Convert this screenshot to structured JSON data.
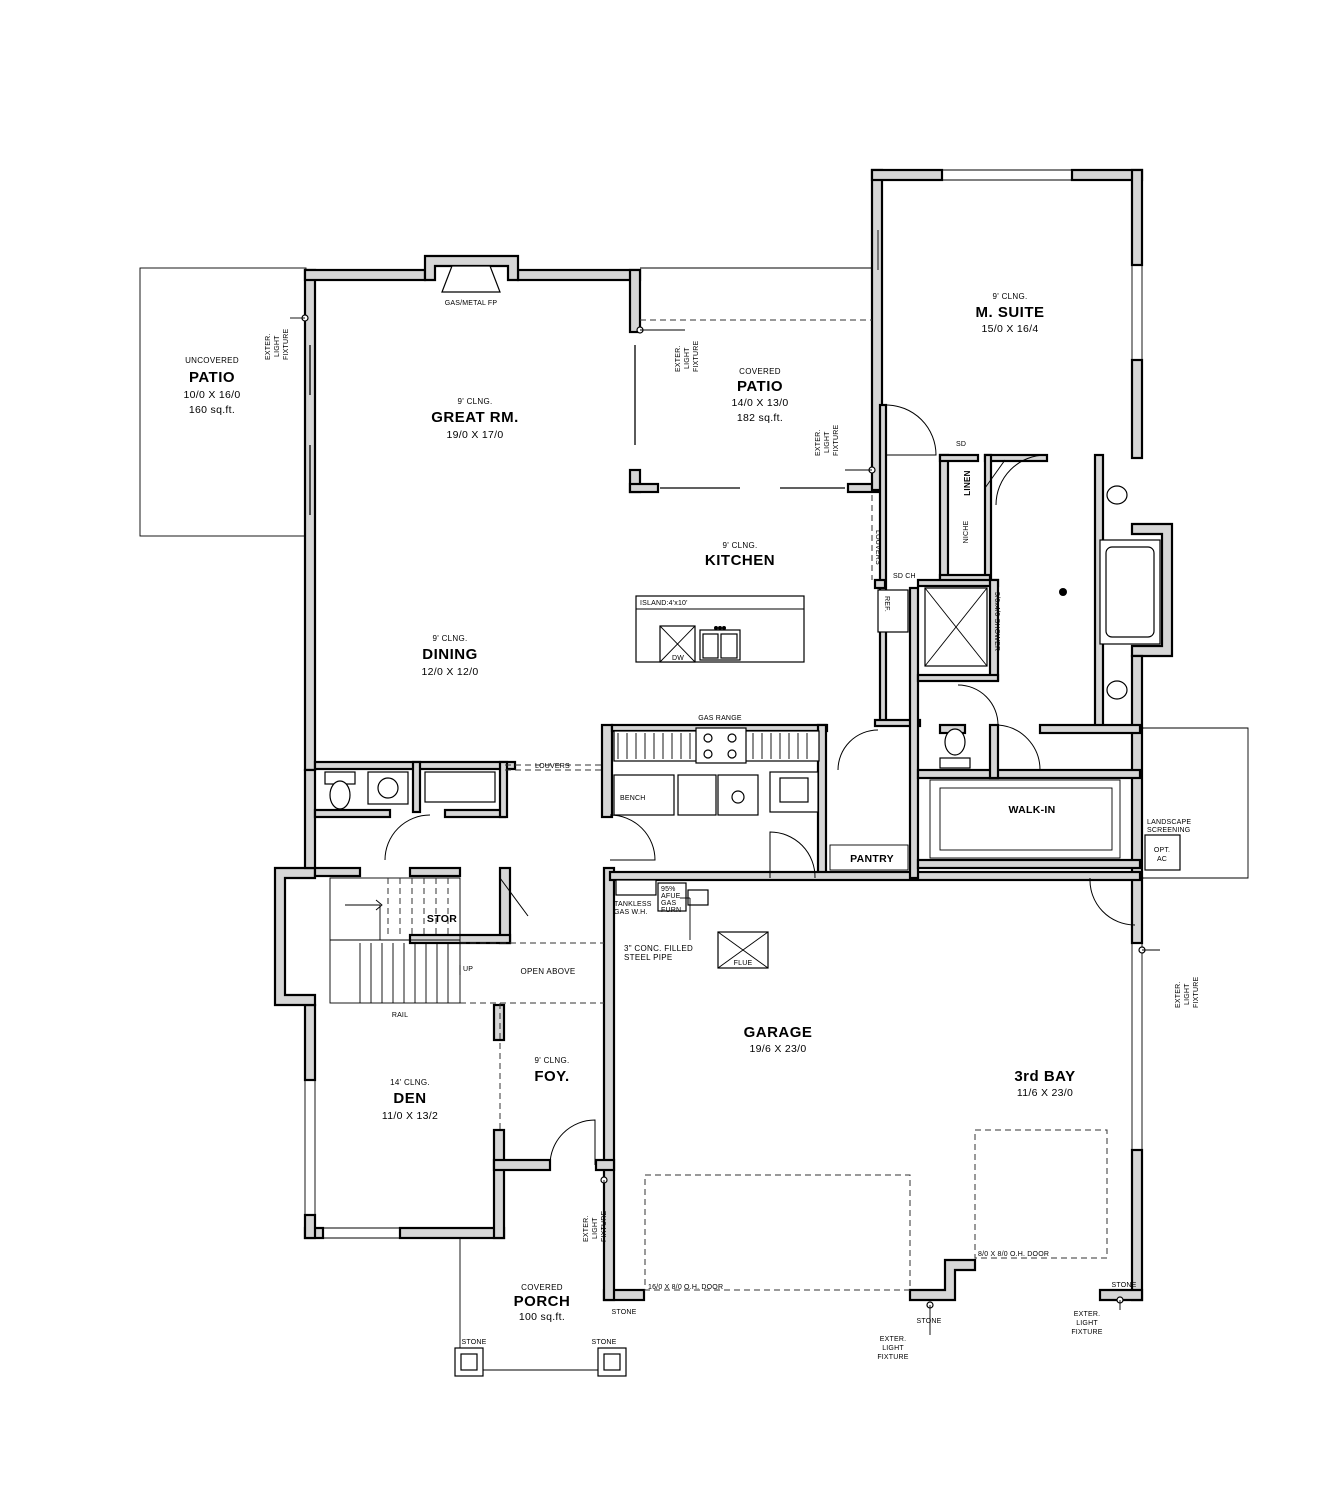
{
  "rooms": {
    "uncovered_patio": {
      "note": "UNCOVERED",
      "name": "PATIO",
      "dims": "10/0 X 16/0",
      "area": "160 sq.ft."
    },
    "great_rm": {
      "ceiling": "9' CLNG.",
      "name": "GREAT RM.",
      "dims": "19/0 X 17/0"
    },
    "covered_patio": {
      "note": "COVERED",
      "name": "PATIO",
      "dims": "14/0 X 13/0",
      "area": "182 sq.ft."
    },
    "m_suite": {
      "ceiling": "9' CLNG.",
      "name": "M. SUITE",
      "dims": "15/0 X 16/4"
    },
    "kitchen": {
      "ceiling": "9' CLNG.",
      "name": "KITCHEN"
    },
    "dining": {
      "ceiling": "9' CLNG.",
      "name": "DINING",
      "dims": "12/0 X 12/0"
    },
    "garage": {
      "name": "GARAGE",
      "dims": "19/6 X 23/0"
    },
    "third_bay": {
      "name": "3rd BAY",
      "dims": "11/6 X 23/0"
    },
    "den": {
      "ceiling": "14' CLNG.",
      "name": "DEN",
      "dims": "11/0 X 13/2"
    },
    "foy": {
      "ceiling": "9' CLNG.",
      "name": "FOY."
    },
    "porch": {
      "note": "COVERED",
      "name": "PORCH",
      "area": "100 sq.ft."
    },
    "walk_in": {
      "name": "WALK-IN"
    },
    "pantry": {
      "name": "PANTRY"
    },
    "stor": {
      "name": "STOR"
    },
    "linen": {
      "name": "LINEN"
    }
  },
  "labels": {
    "gas_metal_fp": "GAS/METAL FP",
    "island": "ISLAND:4'x10'",
    "dw": "DW",
    "gas_range": "GAS RANGE",
    "bench": "BENCH",
    "ref": "REF.",
    "louvers_upper": "LOUVERS",
    "louvers_lower": "LOUVERS",
    "sd": "SD",
    "sd_ch": "SD CH",
    "niche": "NICHE",
    "shower": "5/0x4/0 SHOWER",
    "tankless_1": "TANKLESS",
    "tankless_2": "GAS W.H.",
    "furn_1": "95%",
    "furn_2": "AFUE",
    "furn_3": "GAS",
    "furn_4": "FURN",
    "pipe_1": "3\" CONC. FILLED",
    "pipe_2": "STEEL PIPE",
    "flue": "FLUE",
    "up": "UP",
    "open_above": "OPEN ABOVE",
    "rail": "RAIL",
    "landscape_1": "LANDSCAPE",
    "landscape_2": "SCREENING",
    "opt_1": "OPT.",
    "opt_2": "AC",
    "door_1": "16/0 X 8/0 O.H. DOOR",
    "door_2": "8/0 X 8/0 O.H. DOOR",
    "stone": "STONE",
    "exter": "EXTER.",
    "light": "LIGHT",
    "fixture": "FIXTURE"
  }
}
